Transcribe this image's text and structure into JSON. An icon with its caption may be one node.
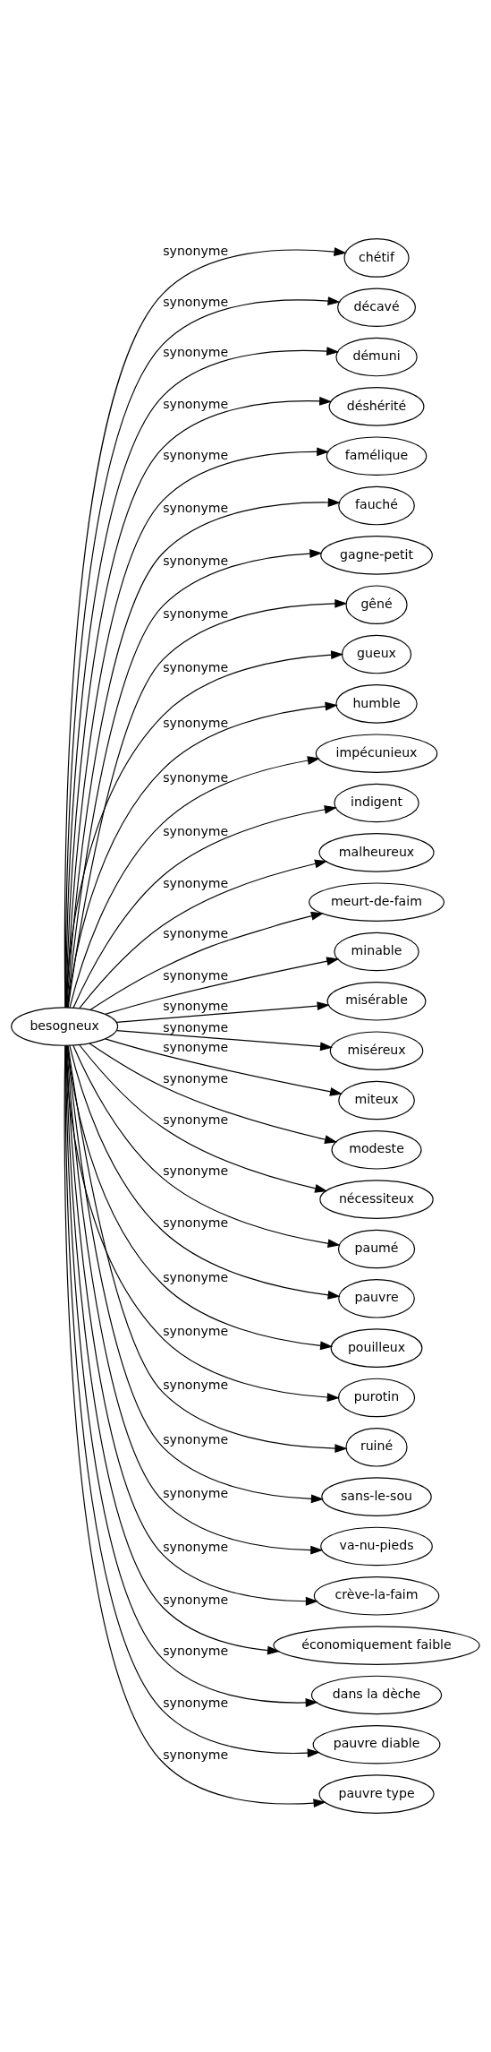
{
  "diagram": {
    "nodes": [
      {
        "text": [
          "besogneux"
        ]
      },
      {
        "text": [
          "chétif"
        ]
      },
      {
        "text": [
          "décavé"
        ]
      },
      {
        "text": [
          "démuni"
        ]
      },
      {
        "text": [
          "déshérité"
        ]
      },
      {
        "text": [
          "famélique"
        ]
      },
      {
        "text": [
          "fauché"
        ]
      },
      {
        "text": [
          "gagne-petit"
        ]
      },
      {
        "text": [
          "gêné"
        ]
      },
      {
        "text": [
          "gueux"
        ]
      },
      {
        "text": [
          "humble"
        ]
      },
      {
        "text": [
          "impécunieux"
        ]
      },
      {
        "text": [
          "indigent"
        ]
      },
      {
        "text": [
          "malheureux"
        ]
      },
      {
        "text": [
          "meurt-de-faim"
        ]
      },
      {
        "text": [
          "minable"
        ]
      },
      {
        "text": [
          "misérable"
        ]
      },
      {
        "text": [
          "miséreux"
        ]
      },
      {
        "text": [
          "miteux"
        ]
      },
      {
        "text": [
          "modeste"
        ]
      },
      {
        "text": [
          "nécessiteux"
        ]
      },
      {
        "text": [
          "paumé"
        ]
      },
      {
        "text": [
          "pauvre"
        ]
      },
      {
        "text": [
          "pouilleux"
        ]
      },
      {
        "text": [
          "purotin"
        ]
      },
      {
        "text": [
          "ruiné"
        ]
      },
      {
        "text": [
          "sans-le-sou"
        ]
      },
      {
        "text": [
          "va-nu-pieds"
        ]
      },
      {
        "text": [
          "crève-la-faim"
        ]
      },
      {
        "text": [
          "économiquement faible"
        ]
      },
      {
        "text": [
          "dans la dèche"
        ]
      },
      {
        "text": [
          "pauvre diable"
        ]
      },
      {
        "text": [
          "pauvre type"
        ]
      }
    ],
    "edges": [
      {
        "from": 0,
        "to": 1,
        "arrow": "to",
        "label": "synonyme"
      },
      {
        "from": 0,
        "to": 2,
        "arrow": "to",
        "label": "synonyme"
      },
      {
        "from": 0,
        "to": 3,
        "arrow": "to",
        "label": "synonyme"
      },
      {
        "from": 0,
        "to": 4,
        "arrow": "to",
        "label": "synonyme"
      },
      {
        "from": 0,
        "to": 5,
        "arrow": "to",
        "label": "synonyme"
      },
      {
        "from": 0,
        "to": 6,
        "arrow": "to",
        "label": "synonyme"
      },
      {
        "from": 0,
        "to": 7,
        "arrow": "to",
        "label": "synonyme"
      },
      {
        "from": 0,
        "to": 8,
        "arrow": "to",
        "label": "synonyme"
      },
      {
        "from": 0,
        "to": 9,
        "arrow": "to",
        "label": "synonyme"
      },
      {
        "from": 0,
        "to": 10,
        "arrow": "to",
        "label": "synonyme"
      },
      {
        "from": 0,
        "to": 11,
        "arrow": "to",
        "label": "synonyme"
      },
      {
        "from": 0,
        "to": 12,
        "arrow": "to",
        "label": "synonyme"
      },
      {
        "from": 0,
        "to": 13,
        "arrow": "to",
        "label": "synonyme"
      },
      {
        "from": 0,
        "to": 14,
        "arrow": "to",
        "label": "synonyme"
      },
      {
        "from": 0,
        "to": 15,
        "arrow": "to",
        "label": "synonyme"
      },
      {
        "from": 0,
        "to": 16,
        "arrow": "to",
        "label": "synonyme"
      },
      {
        "from": 0,
        "to": 17,
        "arrow": "to",
        "label": "synonyme"
      },
      {
        "from": 0,
        "to": 18,
        "arrow": "to",
        "label": "synonyme"
      },
      {
        "from": 0,
        "to": 19,
        "arrow": "to",
        "label": "synonyme"
      },
      {
        "from": 0,
        "to": 20,
        "arrow": "to",
        "label": "synonyme"
      },
      {
        "from": 0,
        "to": 21,
        "arrow": "to",
        "label": "synonyme"
      },
      {
        "from": 0,
        "to": 22,
        "arrow": "to",
        "label": "synonyme"
      },
      {
        "from": 0,
        "to": 23,
        "arrow": "to",
        "label": "synonyme"
      },
      {
        "from": 0,
        "to": 24,
        "arrow": "to",
        "label": "synonyme"
      },
      {
        "from": 0,
        "to": 25,
        "arrow": "to",
        "label": "synonyme"
      },
      {
        "from": 0,
        "to": 26,
        "arrow": "to",
        "label": "synonyme"
      },
      {
        "from": 0,
        "to": 27,
        "arrow": "to",
        "label": "synonyme"
      },
      {
        "from": 0,
        "to": 28,
        "arrow": "to",
        "label": "synonyme"
      },
      {
        "from": 0,
        "to": 29,
        "arrow": "to",
        "label": "synonyme"
      },
      {
        "from": 0,
        "to": 30,
        "arrow": "to",
        "label": "synonyme"
      },
      {
        "from": 0,
        "to": 31,
        "arrow": "to",
        "label": "synonyme"
      },
      {
        "from": 0,
        "to": 32,
        "arrow": "to",
        "label": "synonyme"
      }
    ]
  }
}
